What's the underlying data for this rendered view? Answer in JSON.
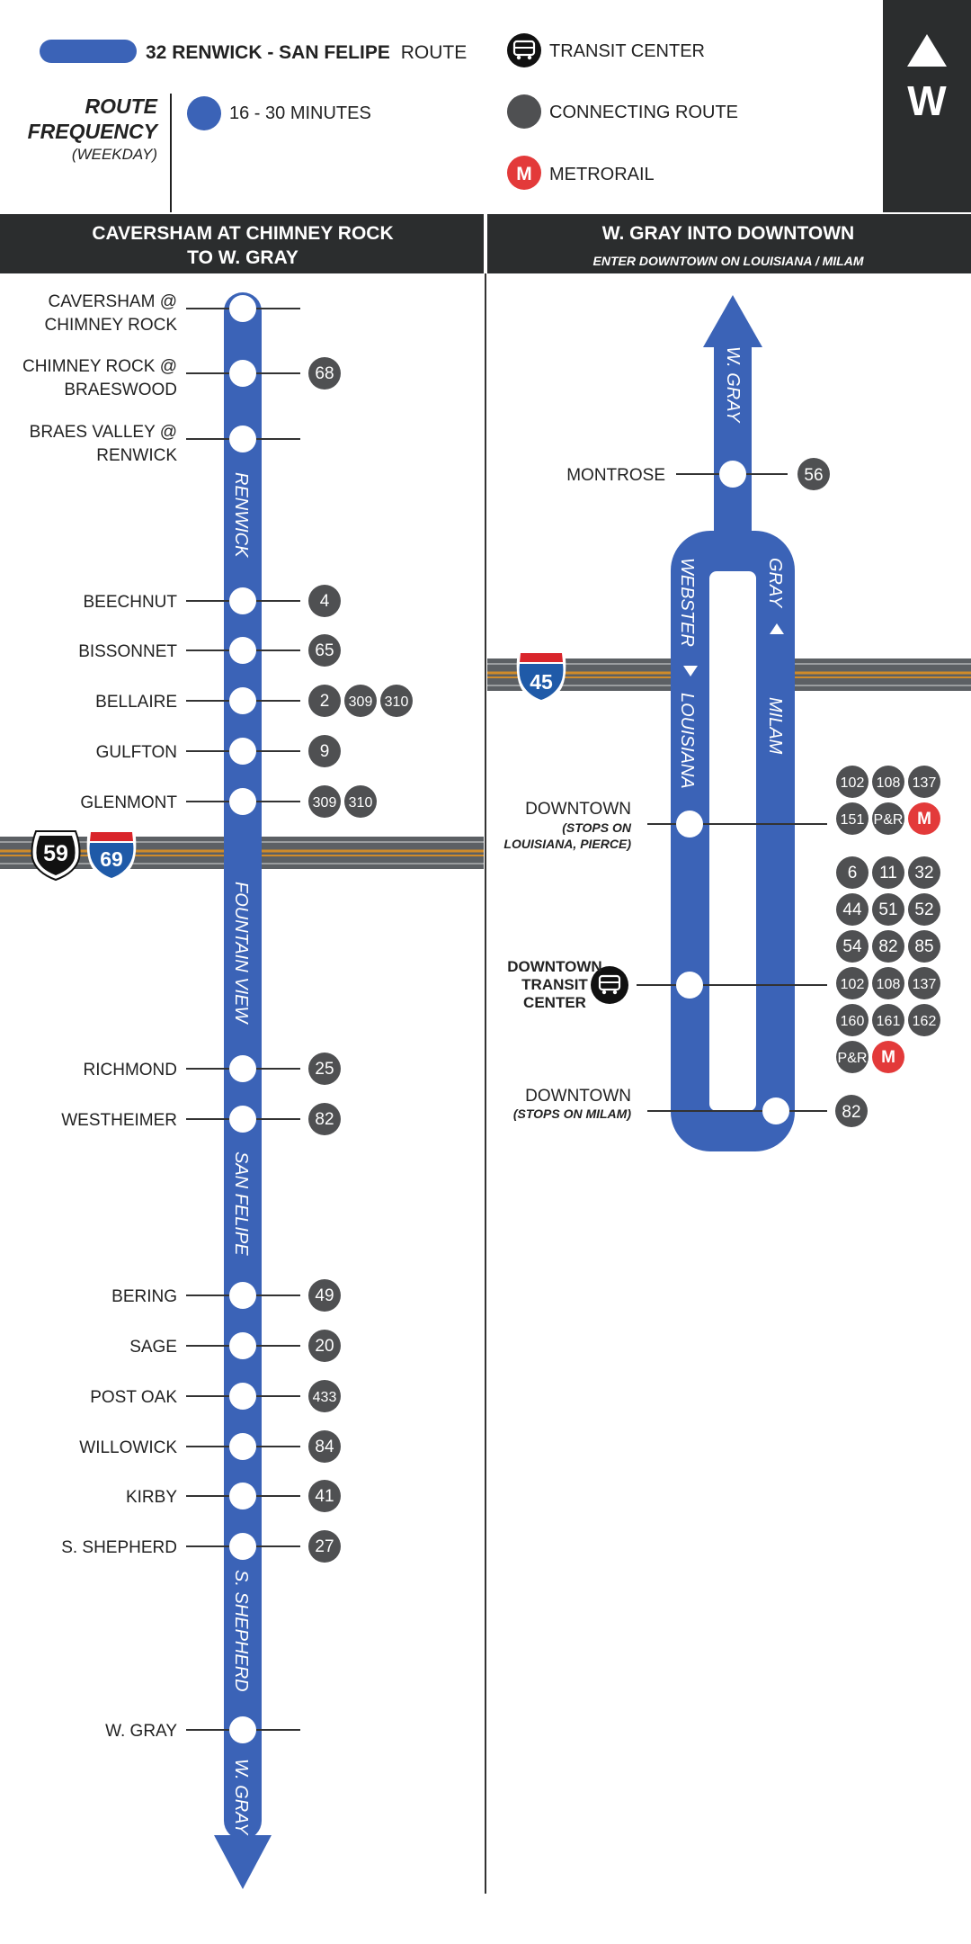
{
  "legend": {
    "route_name": "32 RENWICK - SAN FELIPE",
    "route_word": "ROUTE",
    "frequency_title_1": "ROUTE",
    "frequency_title_2": "FREQUENCY",
    "frequency_sub": "(WEEKDAY)",
    "frequency_value": "16 - 30 MINUTES",
    "transit_center": "TRANSIT CENTER",
    "connecting_route": "CONNECTING ROUTE",
    "metrorail": "METRORAIL"
  },
  "compass": {
    "direction": "W"
  },
  "colors": {
    "route": "#3b63b7",
    "dark": "#2b2d2e",
    "connector": "#4f5052",
    "metrorail": "#e33a3a",
    "interstate_blue": "#1f5aa8",
    "interstate_red": "#d9252b",
    "highway_gray": "#5c6064",
    "highway_stripe": "#d08b2a"
  },
  "left_panel": {
    "header_1": "CAVERSHAM AT CHIMNEY ROCK",
    "header_2": "TO W. GRAY",
    "street_labels": [
      "RENWICK",
      "FOUNTAIN VIEW",
      "SAN FELIPE",
      "S. SHEPHERD",
      "W. GRAY"
    ],
    "highway_shields": [
      "59",
      "69"
    ],
    "stops": [
      {
        "name_lines": [
          "CAVERSHAM @",
          "CHIMNEY ROCK"
        ],
        "routes": []
      },
      {
        "name_lines": [
          "CHIMNEY ROCK @",
          "BRAESWOOD"
        ],
        "routes": [
          "68"
        ]
      },
      {
        "name_lines": [
          "BRAES VALLEY @",
          "RENWICK"
        ],
        "routes": []
      },
      {
        "name_lines": [
          "BEECHNUT"
        ],
        "routes": [
          "4"
        ]
      },
      {
        "name_lines": [
          "BISSONNET"
        ],
        "routes": [
          "65"
        ]
      },
      {
        "name_lines": [
          "BELLAIRE"
        ],
        "routes": [
          "2",
          "309",
          "310"
        ]
      },
      {
        "name_lines": [
          "GULFTON"
        ],
        "routes": [
          "9"
        ]
      },
      {
        "name_lines": [
          "GLENMONT"
        ],
        "routes": [
          "309",
          "310"
        ]
      },
      {
        "name_lines": [
          "RICHMOND"
        ],
        "routes": [
          "25"
        ]
      },
      {
        "name_lines": [
          "WESTHEIMER"
        ],
        "routes": [
          "82"
        ]
      },
      {
        "name_lines": [
          "BERING"
        ],
        "routes": [
          "49"
        ]
      },
      {
        "name_lines": [
          "SAGE"
        ],
        "routes": [
          "20"
        ]
      },
      {
        "name_lines": [
          "POST OAK"
        ],
        "routes": [
          "433"
        ]
      },
      {
        "name_lines": [
          "WILLOWICK"
        ],
        "routes": [
          "84"
        ]
      },
      {
        "name_lines": [
          "KIRBY"
        ],
        "routes": [
          "41"
        ]
      },
      {
        "name_lines": [
          "S. SHEPHERD"
        ],
        "routes": [
          "27"
        ]
      },
      {
        "name_lines": [
          "W. GRAY"
        ],
        "routes": []
      }
    ]
  },
  "right_panel": {
    "header_1": "W. GRAY INTO DOWNTOWN",
    "header_2": "ENTER DOWNTOWN ON LOUISIANA / MILAM",
    "street_labels": [
      "W. GRAY",
      "WEBSTER",
      "LOUISIANA",
      "GRAY",
      "MILAM"
    ],
    "highway_shields": [
      "45"
    ],
    "montrose": {
      "name": "MONTROSE",
      "routes": [
        "56"
      ]
    },
    "downtown_1": {
      "name": "DOWNTOWN",
      "sub_1": "(STOPS ON",
      "sub_2": "LOUISIANA, PIERCE)",
      "routes_row_1": [
        "102",
        "108",
        "137"
      ],
      "routes_row_2": [
        "151",
        "P&R",
        "M"
      ]
    },
    "transit_center": {
      "name_lines": [
        "DOWNTOWN",
        "TRANSIT",
        "CENTER"
      ],
      "routes_rows": [
        [
          "6",
          "11",
          "32"
        ],
        [
          "44",
          "51",
          "52"
        ],
        [
          "54",
          "82",
          "85"
        ],
        [
          "102",
          "108",
          "137"
        ],
        [
          "160",
          "161",
          "162"
        ],
        [
          "P&R",
          "M"
        ]
      ]
    },
    "downtown_2": {
      "name": "DOWNTOWN",
      "sub": "(STOPS ON MILAM)",
      "routes": [
        "82"
      ]
    }
  }
}
